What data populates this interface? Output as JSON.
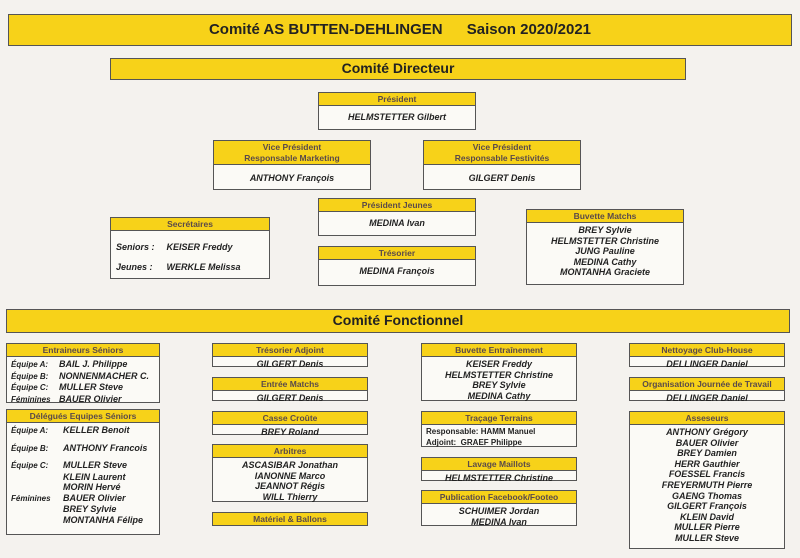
{
  "header": {
    "club": "Comité  AS BUTTEN-DEHLINGEN",
    "season": "Saison 2020/2021"
  },
  "directeur": {
    "title": "Comité  Directeur",
    "president": {
      "title": "Président",
      "name": "HELMSTETTER Gilbert"
    },
    "vp_marketing": {
      "title1": "Vice Président",
      "title2": "Responsable Marketing",
      "name": "ANTHONY François"
    },
    "vp_festivites": {
      "title1": "Vice Président",
      "title2": "Responsable Festivités",
      "name": "GILGERT Denis"
    },
    "secretaires": {
      "title": "Secrétaires",
      "seniors_label": "Seniors :",
      "seniors_name": "KEISER Freddy",
      "jeunes_label": "Jeunes :",
      "jeunes_name": "WERKLE Melissa"
    },
    "president_jeunes": {
      "title": "Président Jeunes",
      "name": "MEDINA Ivan"
    },
    "tresorier": {
      "title": "Trésorier",
      "name": "MEDINA François"
    },
    "buvette_matchs": {
      "title": "Buvette Matchs",
      "names": [
        "BREY Sylvie",
        "HELMSTETTER Christine",
        "JUNG Pauline",
        "MEDINA Cathy",
        "MONTANHA Graciete"
      ]
    }
  },
  "fonctionnel": {
    "title": "Comité Fonctionnel",
    "entraineurs": {
      "title": "Entraineurs Séniors",
      "rows": [
        {
          "label": "Équipe A:",
          "name": "BAIL J. Philippe"
        },
        {
          "label": "Équipe B:",
          "name": "NONNENMACHER C."
        },
        {
          "label": "Équipe C:",
          "name": "MULLER Steve"
        },
        {
          "label": "Féminines",
          "name": "BAUER Olivier"
        }
      ]
    },
    "delegues": {
      "title": "Délégués Equipes Séniors",
      "a_label": "Équipe A:",
      "a_name": "KELLER Benoit",
      "b_label": "Équipe B:",
      "b_name": "ANTHONY Francois",
      "c_label": "Équipe C:",
      "c_names": [
        "MULLER Steve",
        "KLEIN Laurent",
        "MORIN Hervé"
      ],
      "f_label": "Féminines",
      "f_names": [
        "BAUER Olivier",
        "BREY Sylvie",
        "MONTANHA Félipe"
      ]
    },
    "tresorier_adjoint": {
      "title": "Trésorier Adjoint",
      "name": "GILGERT Denis"
    },
    "entree_matchs": {
      "title": "Entrée Matchs",
      "name": "GILGERT Denis"
    },
    "casse_croute": {
      "title": "Casse Croûte",
      "name": "BREY Roland"
    },
    "arbitres": {
      "title": "Arbitres",
      "names": [
        "ASCASIBAR Jonathan",
        "IANONNE Marco",
        "JEANNOT Régis",
        "WILL Thierry"
      ]
    },
    "materiel": {
      "title": "Matériel & Ballons"
    },
    "buvette_entrainement": {
      "title": "Buvette Entraînement",
      "names": [
        "KEISER Freddy",
        "HELMSTETTER Christine",
        "BREY Sylvie",
        "MEDINA Cathy"
      ]
    },
    "tracage": {
      "title": "Traçage Terrains",
      "resp_label": "Responsable:",
      "resp_name": "HAMM Manuel",
      "adj_label": "Adjoint:",
      "adj_name": "GRAEF Philippe"
    },
    "lavage": {
      "title": "Lavage Maillots",
      "name": "HELMSTETTER Christine"
    },
    "publication": {
      "title": "Publication Facebook/Footeo",
      "names": [
        "SCHUIMER Jordan",
        "MEDINA Ivan"
      ]
    },
    "nettoyage": {
      "title": "Nettoyage Club-House",
      "name": "DELLINGER Daniel"
    },
    "organisation": {
      "title": "Organisation Journée de Travail",
      "name": "DELLINGER Daniel"
    },
    "assesseurs": {
      "title": "Asseseurs",
      "names": [
        "ANTHONY Grégory",
        "BAUER Olivier",
        "BREY Damien",
        "HERR Gauthier",
        "FOESSEL Francis",
        "FREYERMUTH Pierre",
        "GAENG Thomas",
        "GILGERT François",
        "KLEIN David",
        "MULLER Pierre",
        "MULLER Steve"
      ]
    }
  }
}
